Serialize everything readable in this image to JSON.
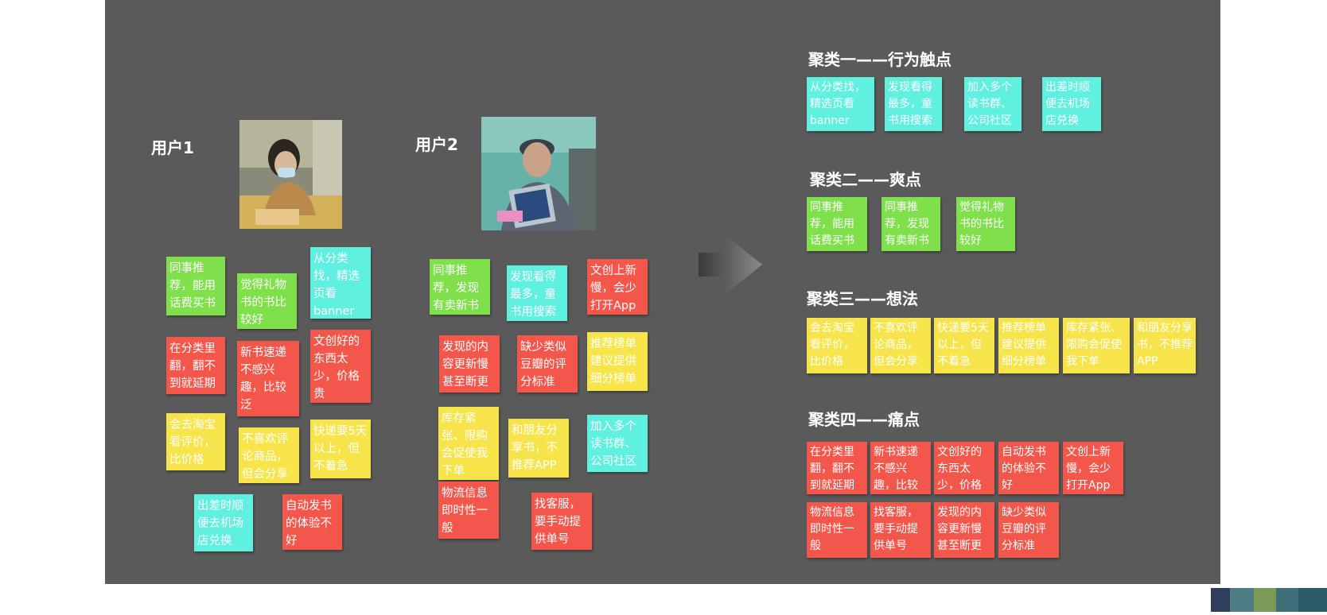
{
  "users": [
    {
      "label": "用户1"
    },
    {
      "label": "用户2"
    }
  ],
  "user1_notes": [
    {
      "text": "同事推荐，能用话费买书",
      "color": "green"
    },
    {
      "text": "觉得礼物书的书比较好",
      "color": "green"
    },
    {
      "text": "从分类找，精选页看banner",
      "color": "cyan"
    },
    {
      "text": "在分类里翻，翻不到就延期",
      "color": "red"
    },
    {
      "text": "新书速递不感兴趣，比较泛",
      "color": "red"
    },
    {
      "text": "文创好的东西太少，价格贵",
      "color": "red"
    },
    {
      "text": "会去淘宝看评价，比价格",
      "color": "yellow"
    },
    {
      "text": "不喜欢评论商品，但会分享",
      "color": "yellow"
    },
    {
      "text": "快递要5天以上，但不着急",
      "color": "yellow"
    },
    {
      "text": "出差时顺便去机场店兑换",
      "color": "cyan"
    },
    {
      "text": "自动发书的体验不好",
      "color": "red"
    }
  ],
  "user2_notes": [
    {
      "text": "同事推荐，发现有卖新书",
      "color": "green"
    },
    {
      "text": "发现看得最多，童书用搜索",
      "color": "cyan"
    },
    {
      "text": "文创上新慢，会少打开App",
      "color": "red"
    },
    {
      "text": "发现的内容更新慢甚至断更",
      "color": "red"
    },
    {
      "text": "缺少类似豆瓣的评分标准",
      "color": "red"
    },
    {
      "text": "推荐榜单建议提供细分榜单",
      "color": "yellow"
    },
    {
      "text": "库存紧张、限购会促使我下单",
      "color": "yellow"
    },
    {
      "text": "和朋友分享书，不推荐APP",
      "color": "yellow"
    },
    {
      "text": "加入多个读书群、公司社区",
      "color": "cyan"
    },
    {
      "text": "物流信息即时性一般",
      "color": "red"
    },
    {
      "text": "找客服，要手动提供单号",
      "color": "red"
    }
  ],
  "clusters": [
    {
      "title": "聚类一——行为触点",
      "notes": [
        {
          "text": "从分类找，精选页看banner",
          "color": "cyan"
        },
        {
          "text": "发现看得最多，童书用搜索",
          "color": "cyan"
        },
        {
          "text": "加入多个读书群、公司社区",
          "color": "cyan"
        },
        {
          "text": "出差时顺便去机场店兑换",
          "color": "cyan"
        }
      ]
    },
    {
      "title": "聚类二——爽点",
      "notes": [
        {
          "text": "同事推荐，能用话费买书",
          "color": "green"
        },
        {
          "text": "同事推荐，发现有卖新书",
          "color": "green"
        },
        {
          "text": "觉得礼物书的书比较好",
          "color": "green"
        }
      ]
    },
    {
      "title": "聚类三——想法",
      "notes": [
        {
          "text": "会去淘宝看评价，比价格",
          "color": "yellow"
        },
        {
          "text": "不喜欢评论商品，但会分享",
          "color": "yellow"
        },
        {
          "text": "快递要5天以上，但不着急",
          "color": "yellow"
        },
        {
          "text": "推荐榜单建议提供细分榜单",
          "color": "yellow"
        },
        {
          "text": "库存紧张、限购会促使我下单",
          "color": "yellow"
        },
        {
          "text": "和朋友分享书，不推荐APP",
          "color": "yellow"
        }
      ]
    },
    {
      "title": "聚类四——痛点",
      "notes": [
        {
          "text": "在分类里翻，翻不到就延期",
          "color": "red"
        },
        {
          "text": "新书速递不感兴趣，比较泛",
          "color": "red"
        },
        {
          "text": "文创好的东西太少，价格贵",
          "color": "red"
        },
        {
          "text": "自动发书的体验不好",
          "color": "red"
        },
        {
          "text": "文创上新慢，会少打开App",
          "color": "red"
        },
        {
          "text": "物流信息即时性一般",
          "color": "red"
        },
        {
          "text": "找客服，要手动提供单号",
          "color": "red"
        },
        {
          "text": "发现的内容更新慢甚至断更",
          "color": "red"
        },
        {
          "text": "缺少类似豆瓣的评分标准",
          "color": "red"
        }
      ]
    }
  ],
  "colors": {
    "green": "#7fe04c",
    "cyan": "#5ff0e0",
    "red": "#f3564a",
    "yellow": "#f6e44a",
    "board": "#5a5a5a"
  }
}
